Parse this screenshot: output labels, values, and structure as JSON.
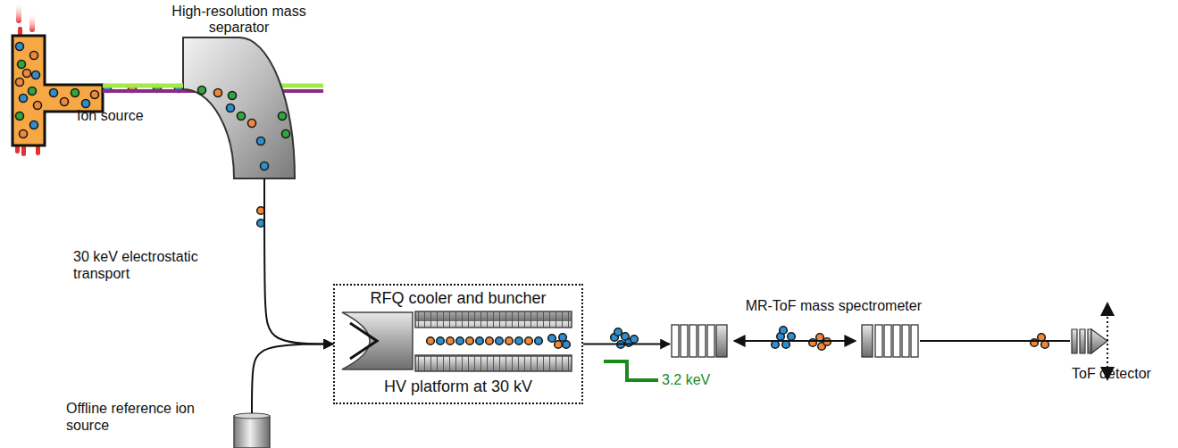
{
  "diagram": {
    "nodes": [
      {
        "text": [
          "Ion source"
        ]
      },
      {
        "text": [
          "High-resolution mass separator"
        ]
      },
      {
        "text": [
          "RFQ cooler and buncher",
          "HV platform at 30 kV"
        ]
      },
      {
        "text": [
          "Offline reference ion source"
        ]
      },
      {
        "text": [
          "MR-ToF mass spectrometer"
        ]
      },
      {
        "text": [
          "ToF detector"
        ]
      }
    ],
    "edges": [
      {
        "from": 0,
        "to": 1,
        "arrow": "none"
      },
      {
        "from": 1,
        "to": 2,
        "arrow": "to"
      },
      {
        "from": 3,
        "to": 2,
        "arrow": "to"
      },
      {
        "from": 2,
        "to": 4,
        "arrow": "to"
      },
      {
        "from": 4,
        "to": 5,
        "arrow": "none"
      }
    ],
    "labels": [
      "30 keV electrostatic transport",
      "3.2 keV"
    ]
  }
}
